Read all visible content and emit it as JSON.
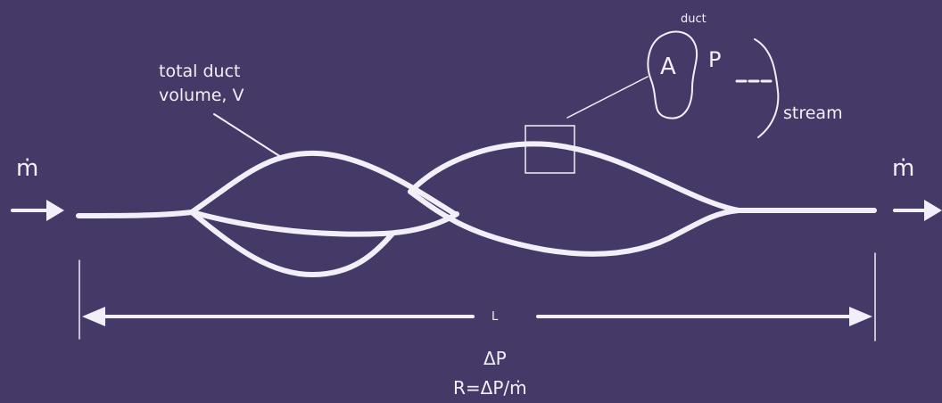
{
  "labels": {
    "volume_line1": "total duct",
    "volume_line2": "volume, V",
    "duct": "duct",
    "area": "A",
    "perimeter": "P",
    "stream": "stream",
    "mdot_in": "ṁ",
    "mdot_out": "ṁ",
    "length": "L",
    "delta_p": "ΔP",
    "resistance": "R=ΔP/ṁ"
  },
  "colors": {
    "background": "#453a67",
    "stroke": "#f2eff8"
  }
}
